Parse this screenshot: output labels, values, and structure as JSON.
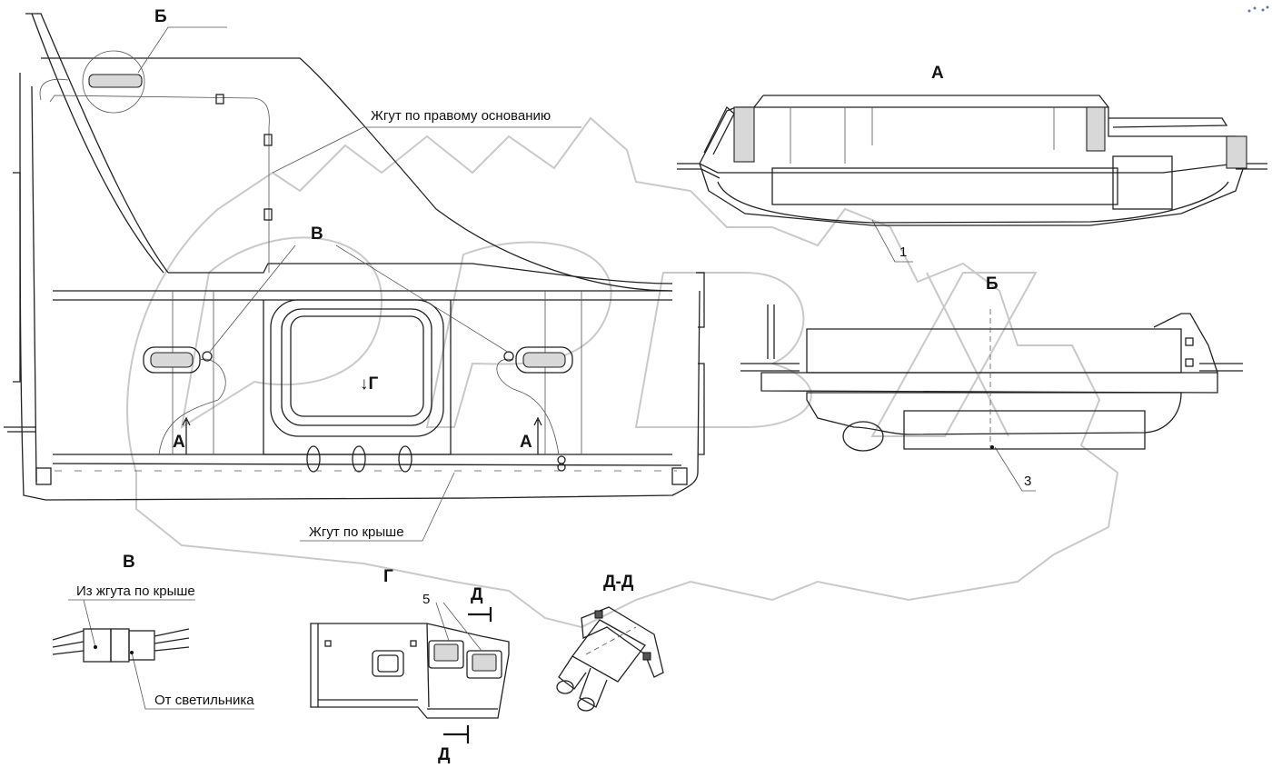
{
  "labels": {
    "view_b_top": "Б",
    "view_a": "А",
    "view_b_right": "Б",
    "right_harness": "Жгут по правому основанию",
    "view_v_top": "В",
    "arrow_g": "↓Г",
    "arrow_a_left": "А",
    "arrow_a_right": "А",
    "roof_harness": "Жгут по крыше",
    "callout_1": "1",
    "callout_3": "3",
    "view_v_bottom": "В",
    "from_roof_harness": "Из жгута по крыше",
    "from_lamp": "От светильника",
    "view_g": "Г",
    "callout_5": "5",
    "section_d_top": "Д",
    "section_d_bottom": "Д",
    "section_dd": "Д-Д"
  },
  "colors": {
    "line": "#222222",
    "watermark": "#c9c9c9",
    "part_fill": "#d8d8d8"
  }
}
